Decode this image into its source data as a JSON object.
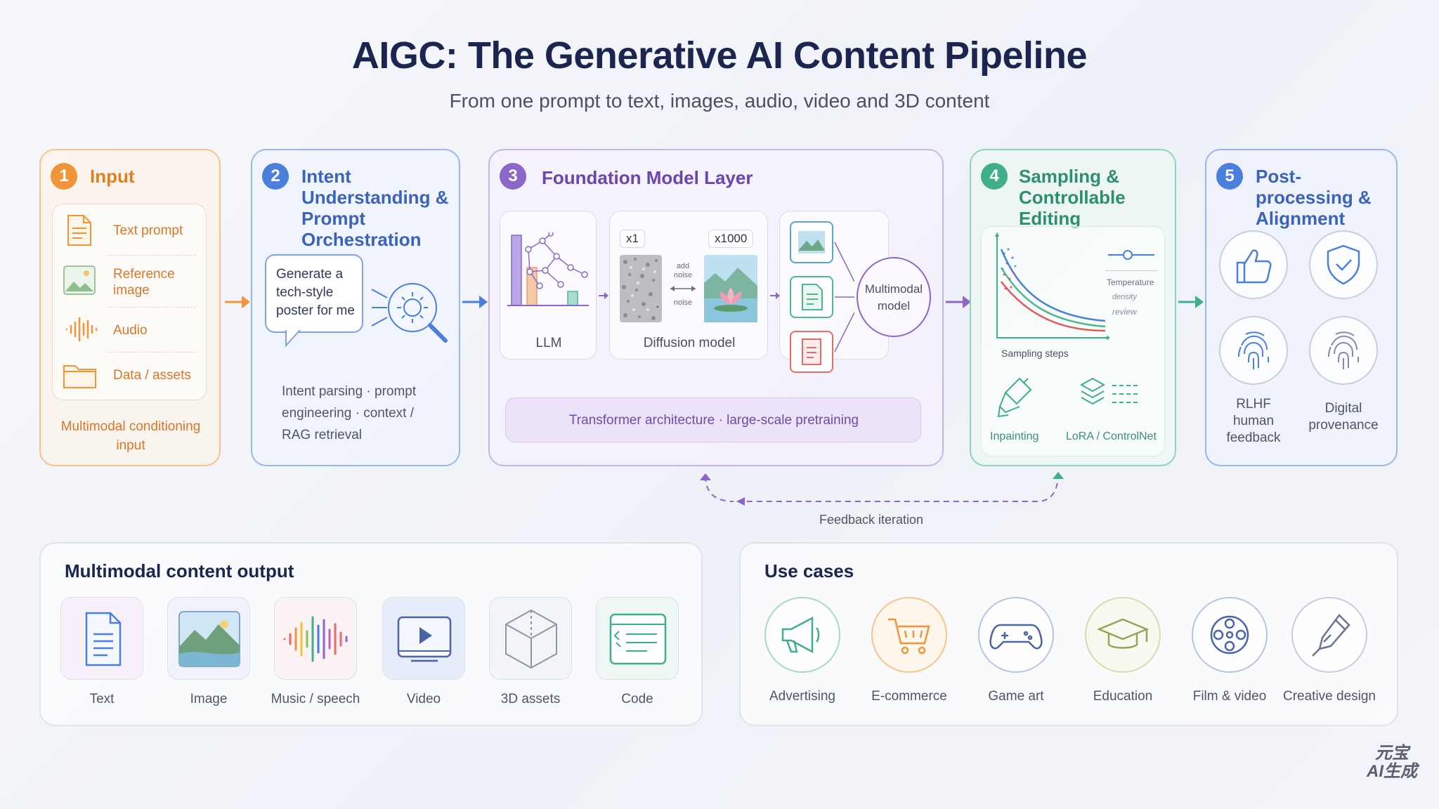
{
  "title": "AIGC: The Generative AI Content Pipeline",
  "subtitle": "From one prompt to text, images, audio, video and 3D content",
  "stages": {
    "input": {
      "num": "1",
      "title": "Input",
      "items": [
        "Text prompt",
        "Reference image",
        "Audio",
        "Data / assets"
      ],
      "caption": "Multimodal conditioning input",
      "color": "#f0953a"
    },
    "intent": {
      "num": "2",
      "title": "Intent Understanding & Prompt Orchestration",
      "bubble": "Generate a tech-style poster for me",
      "caption": "Intent parsing · prompt engineering · context / RAG retrieval",
      "color": "#4a7fdb"
    },
    "foundation": {
      "num": "3",
      "title": "Foundation Model Layer",
      "llm": "LLM",
      "diffusion": "Diffusion model",
      "x1": "x1",
      "x1000": "x1000",
      "add_noise": "add noise",
      "noise": "noise",
      "multimodal": "Multimodal model",
      "bar": "Transformer architecture · large-scale pretraining",
      "color": "#8b67c9"
    },
    "sampling": {
      "num": "4",
      "title": "Sampling & Controllable Editing",
      "temperature": "Temperature",
      "density": "density",
      "review": "review",
      "steps": "Sampling steps",
      "inpainting": "Inpainting",
      "lora": "LoRA / ControlNet",
      "color": "#3fae8a"
    },
    "post": {
      "num": "5",
      "title": "Post-processing & Alignment",
      "rlhf": "RLHF human feedback",
      "provenance": "Digital provenance",
      "color": "#4a7fdb"
    }
  },
  "feedback": "Feedback iteration",
  "outputs": {
    "title": "Multimodal content output",
    "items": [
      "Text",
      "Image",
      "Music / speech",
      "Video",
      "3D assets",
      "Code"
    ]
  },
  "usecases": {
    "title": "Use cases",
    "items": [
      "Advertising",
      "E-commerce",
      "Game art",
      "Education",
      "Film & video",
      "Creative design"
    ]
  },
  "watermark": {
    "line1": "元宝",
    "line2": "AI生成"
  }
}
